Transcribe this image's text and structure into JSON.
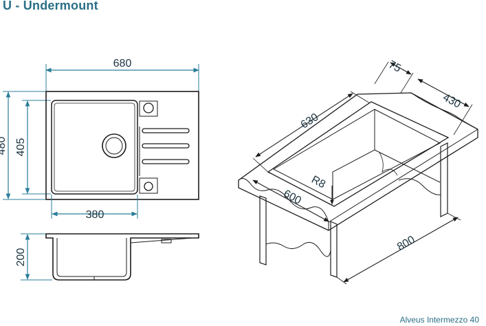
{
  "header": {
    "title": "U - Undermount"
  },
  "footer": {
    "caption": "Alveus Intermezzo 40"
  },
  "dimensions": {
    "top_width": "680",
    "top_height": "480",
    "bowl_height": "405",
    "bowl_width": "380",
    "depth": "200",
    "iso_flange": "75",
    "iso_depth_top": "430",
    "iso_length": "630",
    "iso_radius": "R8",
    "iso_front": "600",
    "iso_cabinet": "800"
  },
  "colors": {
    "dimension_line": "#2a7d99",
    "outline": "#1b1b1b",
    "title": "#2a6f86"
  }
}
